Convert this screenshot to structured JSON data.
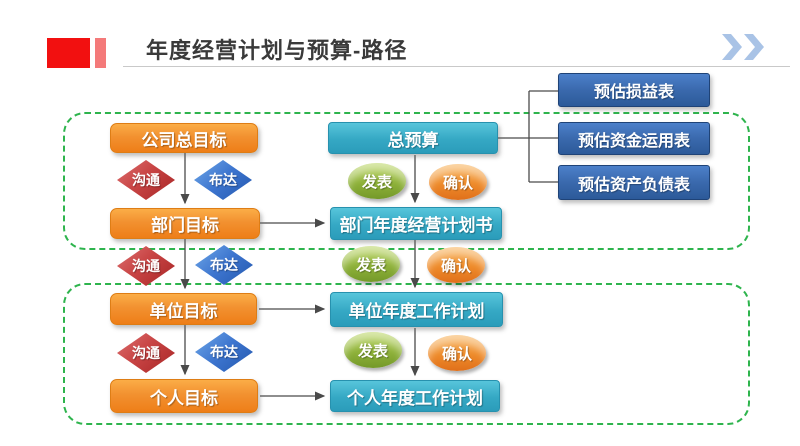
{
  "header": {
    "title": "年度经营计划与预算-路径"
  },
  "icons": {
    "chevrons": "double-chevron-right"
  },
  "nodes": {
    "company_goal": "公司总目标",
    "dept_goal": "部门目标",
    "unit_goal": "单位目标",
    "personal_goal": "个人目标",
    "total_budget": "总预算",
    "dept_plan": "部门年度经营计划书",
    "unit_plan": "单位年度工作计划",
    "personal_plan": "个人年度工作计划",
    "est_income_statement": "预估损益表",
    "est_fund_usage": "预估资金运用表",
    "est_balance_sheet": "预估资产负债表"
  },
  "labels": {
    "communicate": "沟通",
    "announce": "布达",
    "publish": "发表",
    "confirm": "确认"
  },
  "colors": {
    "accent_red": "#f21010",
    "accent_red_light": "#f47a7a",
    "title_text": "#3a3a3a",
    "orange_box": "#ee7e18",
    "teal_box": "#31aec8",
    "blue_box": "#2c5a99",
    "red_diamond": "#b93333",
    "blue_diamond": "#2e75c8",
    "green_ellipse": "#8fb23a",
    "orange_ellipse": "#ee8b2b",
    "dashed_border_green": "#2eb44d",
    "connector_gray": "#4a4a4a",
    "chevron_blue": "#a9c3e6"
  },
  "edges": [
    {
      "from": "company_goal",
      "to": "dept_goal",
      "via": [
        "沟通",
        "布达"
      ]
    },
    {
      "from": "dept_goal",
      "to": "unit_goal",
      "via": [
        "沟通",
        "布达"
      ]
    },
    {
      "from": "unit_goal",
      "to": "personal_goal",
      "via": [
        "沟通",
        "布达"
      ]
    },
    {
      "from": "total_budget",
      "to": "dept_plan",
      "via": [
        "发表",
        "确认"
      ]
    },
    {
      "from": "dept_plan",
      "to": "unit_plan",
      "via": [
        "发表",
        "确认"
      ]
    },
    {
      "from": "unit_plan",
      "to": "personal_plan",
      "via": [
        "发表",
        "确认"
      ]
    },
    {
      "from": "dept_goal",
      "to": "dept_plan"
    },
    {
      "from": "unit_goal",
      "to": "unit_plan"
    },
    {
      "from": "personal_goal",
      "to": "personal_plan"
    },
    {
      "from": "total_budget",
      "to": "est_income_statement"
    },
    {
      "from": "total_budget",
      "to": "est_fund_usage"
    },
    {
      "from": "total_budget",
      "to": "est_balance_sheet"
    }
  ]
}
